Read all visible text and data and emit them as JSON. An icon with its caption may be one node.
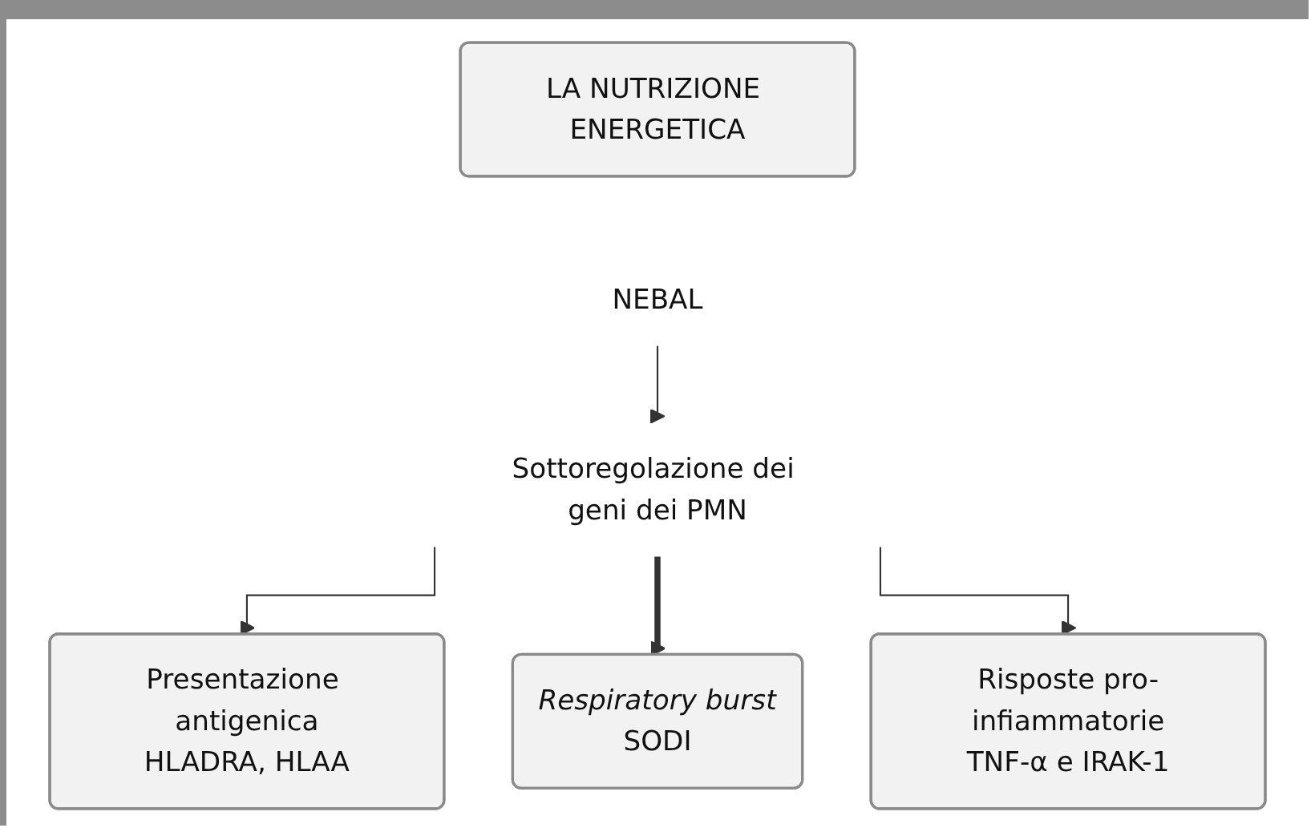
{
  "diagram": {
    "nodes": [
      {
        "text": [
          "LA NUTRIZIONE ENERGETICA"
        ]
      },
      {
        "text": [
          "NEBAL"
        ]
      },
      {
        "text": [
          "Sottoregolazione dei geni dei PMN"
        ]
      },
      {
        "text": [
          "Presentazione antigenica",
          "HLADRA, HLAA"
        ]
      },
      {
        "text": [
          "Respiratory burst",
          "SODI"
        ]
      },
      {
        "text": [
          "Risposte pro-infiammatorie",
          "TNF-α e IRAK-1"
        ]
      }
    ],
    "edges": [
      {
        "from": 1,
        "to": 2,
        "arrow": "to"
      },
      {
        "from": 2,
        "to": 3,
        "arrow": "to"
      },
      {
        "from": 2,
        "to": 4,
        "arrow": "to",
        "style": "thick"
      },
      {
        "from": 2,
        "to": 5,
        "arrow": "to"
      }
    ]
  }
}
